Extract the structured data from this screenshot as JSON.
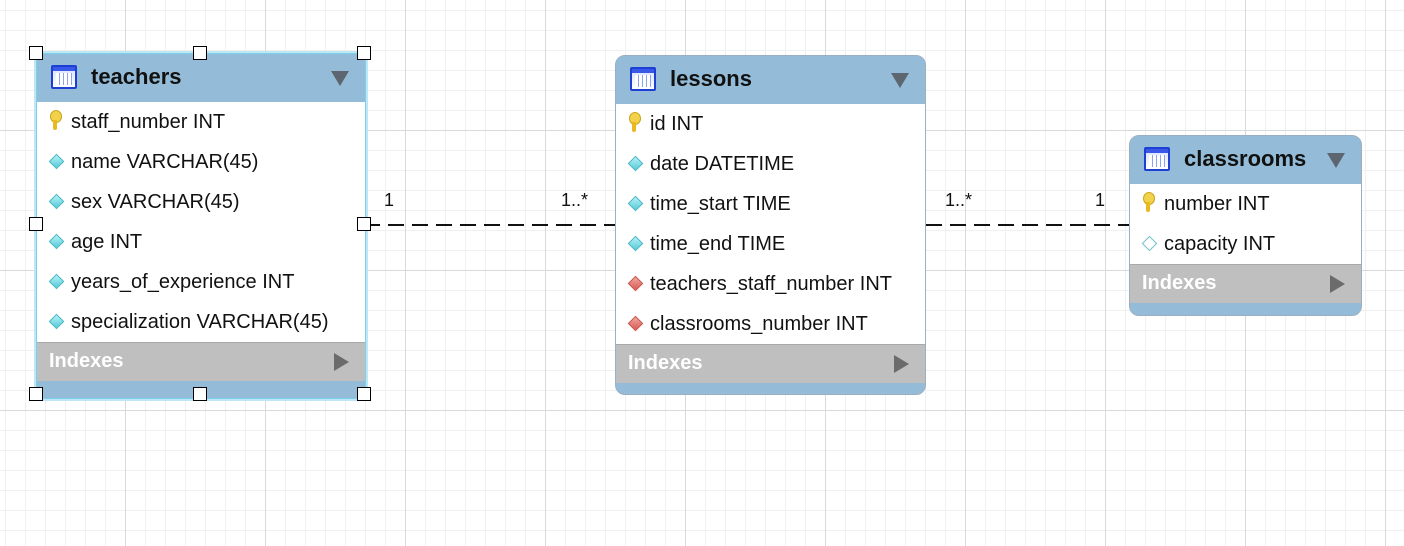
{
  "entities": {
    "teachers": {
      "title": "teachers",
      "columns": [
        {
          "label": "staff_number INT",
          "icon": "primary-key-icon"
        },
        {
          "label": "name VARCHAR(45)",
          "icon": "column-diamond-icon"
        },
        {
          "label": "sex VARCHAR(45)",
          "icon": "column-diamond-icon"
        },
        {
          "label": "age INT",
          "icon": "column-diamond-icon"
        },
        {
          "label": "years_of_experience INT",
          "icon": "column-diamond-icon"
        },
        {
          "label": "specialization VARCHAR(45)",
          "icon": "column-diamond-icon"
        }
      ],
      "indexes_label": "Indexes"
    },
    "lessons": {
      "title": "lessons",
      "columns": [
        {
          "label": "id INT",
          "icon": "primary-key-icon"
        },
        {
          "label": "date DATETIME",
          "icon": "column-diamond-icon"
        },
        {
          "label": "time_start TIME",
          "icon": "column-diamond-icon"
        },
        {
          "label": "time_end TIME",
          "icon": "column-diamond-icon"
        },
        {
          "label": "teachers_staff_number INT",
          "icon": "foreign-key-icon"
        },
        {
          "label": "classrooms_number INT",
          "icon": "foreign-key-icon"
        }
      ],
      "indexes_label": "Indexes"
    },
    "classrooms": {
      "title": "classrooms",
      "columns": [
        {
          "label": "number INT",
          "icon": "primary-key-icon"
        },
        {
          "label": "capacity INT",
          "icon": "nullable-column-icon"
        }
      ],
      "indexes_label": "Indexes"
    }
  },
  "relationships": [
    {
      "from": "teachers",
      "to": "lessons",
      "from_cardinality": "1",
      "to_cardinality": "1..*"
    },
    {
      "from": "lessons",
      "to": "classrooms",
      "from_cardinality": "1..*",
      "to_cardinality": "1"
    }
  ],
  "colors": {
    "header": "#94bcd8",
    "index_bar": "#bfbfbf",
    "selection": "#7ad0ee",
    "connector": "#111111"
  }
}
